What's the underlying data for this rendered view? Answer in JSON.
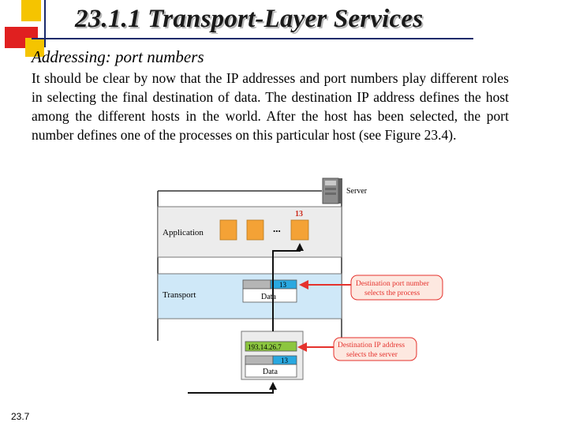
{
  "slide": {
    "title": "23.1.1  Transport-Layer Services",
    "subtitle": "Addressing: port numbers",
    "body": "It should be clear by now that the IP addresses and port numbers play different roles in selecting the final destination of data. The destination IP address defines the host among the different hosts in the world. After the host has been selected, the port number defines one of the processes on this particular host (see Figure 23.4).",
    "slide_number": "23.7"
  },
  "figure": {
    "server_label": "Server",
    "application_label": "Application",
    "transport_label": "Transport",
    "process_port": "13",
    "ellipsis": "...",
    "segment_port": "13",
    "segment_data": "Data",
    "datagram_ip": "193.14.26.7",
    "datagram_port": "13",
    "datagram_data": "Data",
    "callout_port_line1": "Destination port number",
    "callout_port_line2": "selects the process",
    "callout_ip_line1": "Destination IP address",
    "callout_ip_line2": "selects the server"
  },
  "colors": {
    "deco_yellow": "#f5c400",
    "deco_red": "#e02020",
    "process_orange": "#f4a236",
    "transport_blue": "#cfe8f8",
    "port_cyan": "#29a8e0",
    "callout_red": "#e5322d"
  }
}
